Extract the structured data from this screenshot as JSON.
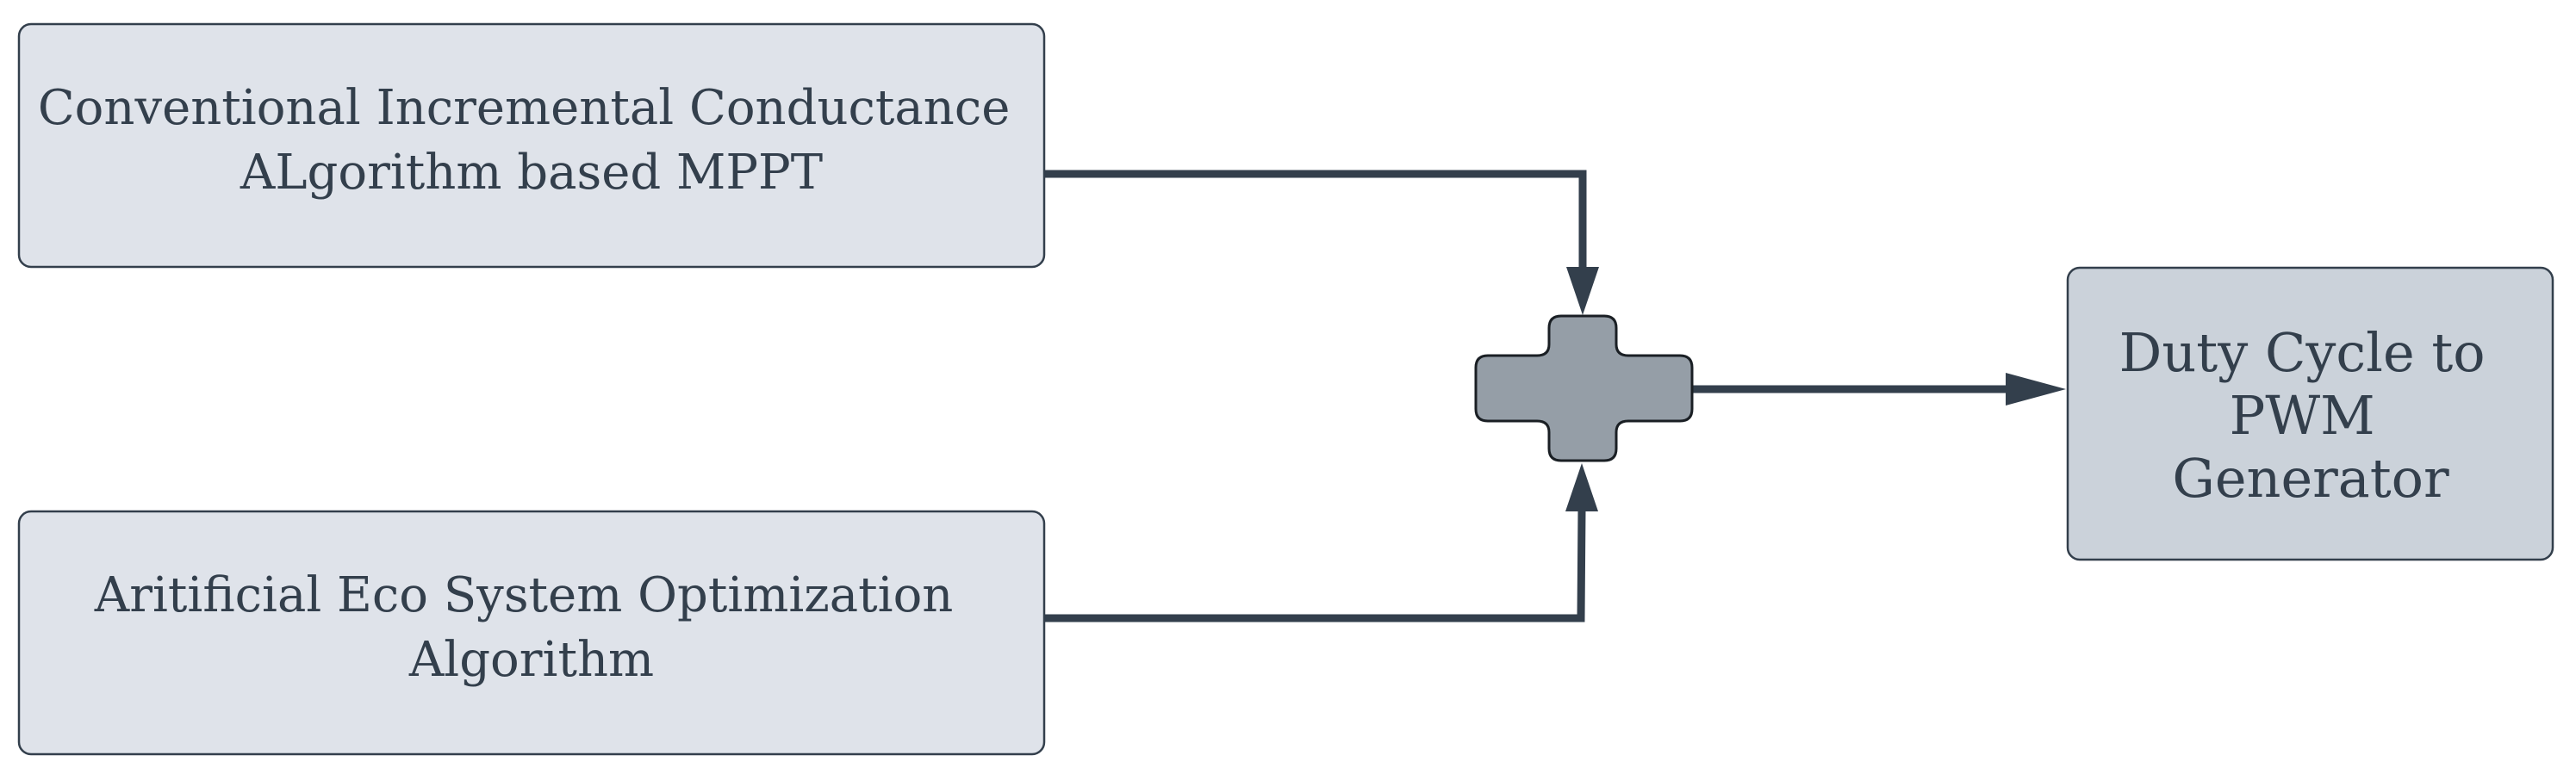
{
  "nodes": {
    "inc_cond": {
      "lines": [
        "Conventional Incremental Conductance",
        "ALgorithm based MPPT"
      ]
    },
    "aeso": {
      "lines": [
        "Aritificial Eco System Optimization",
        "Algorithm"
      ]
    },
    "pwm": {
      "lines": [
        "Duty Cycle to",
        "PWM",
        "Generator"
      ]
    }
  },
  "edges": [
    {
      "from": "inc_cond",
      "to": "summing-junction"
    },
    {
      "from": "aeso",
      "to": "summing-junction"
    },
    {
      "from": "summing-junction",
      "to": "pwm"
    }
  ],
  "colors": {
    "box_light": "#dfe3ea",
    "box_dark": "#cbd2da",
    "junction": "#959ea7",
    "stroke": "#333f4c",
    "text": "#333f4c"
  }
}
